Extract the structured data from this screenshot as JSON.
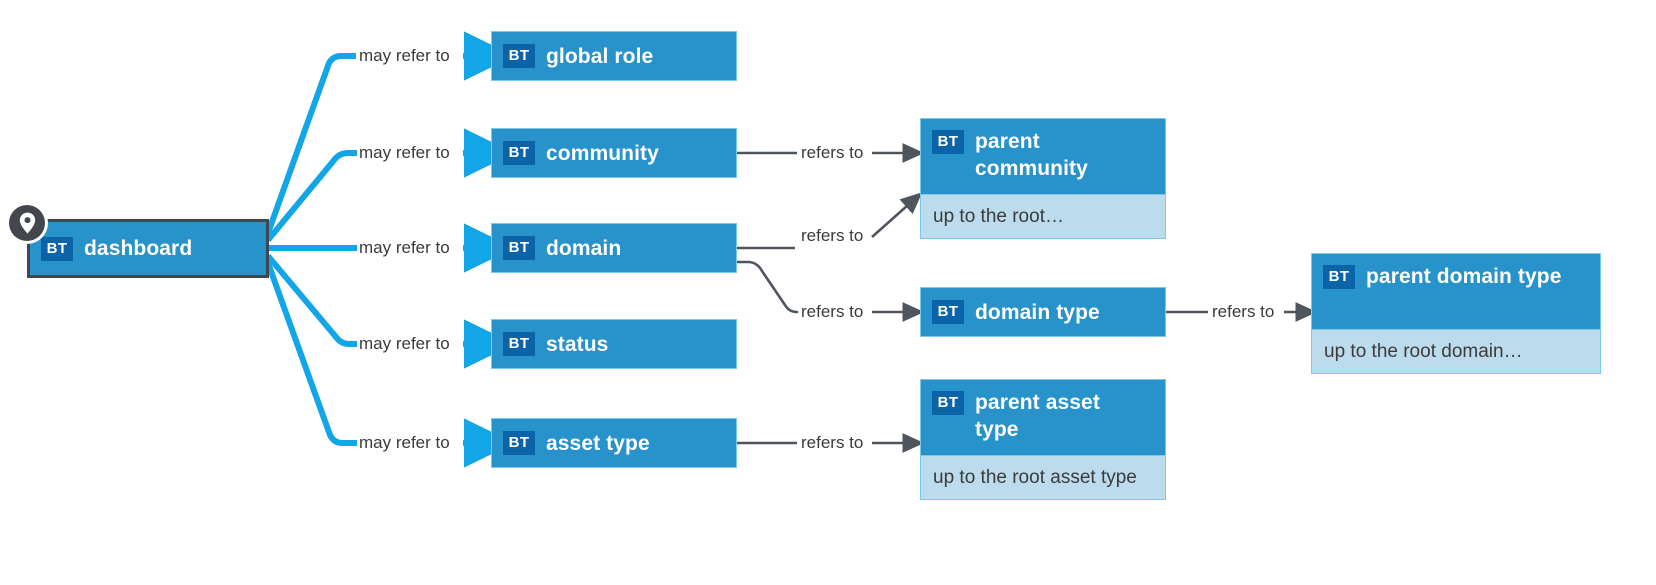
{
  "diagram": {
    "type": "entity-relationship-graph",
    "colors": {
      "node_fill": "#2892ca",
      "node_border": "#7ec8e8",
      "badge_fill": "#0b63a8",
      "footer_fill": "#bcdcee",
      "primary_edge": "#12a5e8",
      "secondary_edge": "#4f555c",
      "root_border": "#3f4650",
      "label_text": "#3b3b3b",
      "background": "#ffffff"
    },
    "badge_text": "BT",
    "root": {
      "id": "dashboard",
      "label": "dashboard",
      "badge": "BT",
      "pin_icon": "location-pin-icon"
    },
    "nodes": [
      {
        "id": "global-role",
        "label": "global role",
        "badge": "BT",
        "footer": null
      },
      {
        "id": "community",
        "label": "community",
        "badge": "BT",
        "footer": null
      },
      {
        "id": "domain",
        "label": "domain",
        "badge": "BT",
        "footer": null
      },
      {
        "id": "status",
        "label": "status",
        "badge": "BT",
        "footer": null
      },
      {
        "id": "asset-type",
        "label": "asset type",
        "badge": "BT",
        "footer": null
      },
      {
        "id": "parent-community",
        "label": "parent community",
        "badge": "BT",
        "footer": "up to the root…"
      },
      {
        "id": "domain-type",
        "label": "domain type",
        "badge": "BT",
        "footer": null
      },
      {
        "id": "parent-asset-type",
        "label": "parent asset type",
        "badge": "BT",
        "footer": "up to the root asset type"
      },
      {
        "id": "parent-domain-type",
        "label": "parent domain type",
        "badge": "BT",
        "footer": "up to the root domain…"
      }
    ],
    "edges": [
      {
        "from": "dashboard",
        "to": "global-role",
        "label": "may refer to",
        "style": "primary"
      },
      {
        "from": "dashboard",
        "to": "community",
        "label": "may refer to",
        "style": "primary"
      },
      {
        "from": "dashboard",
        "to": "domain",
        "label": "may refer to",
        "style": "primary"
      },
      {
        "from": "dashboard",
        "to": "status",
        "label": "may refer to",
        "style": "primary"
      },
      {
        "from": "dashboard",
        "to": "asset-type",
        "label": "may refer to",
        "style": "primary"
      },
      {
        "from": "community",
        "to": "parent-community",
        "label": "refers to",
        "style": "secondary"
      },
      {
        "from": "domain",
        "to": "parent-community",
        "label": "refers to",
        "style": "secondary"
      },
      {
        "from": "domain",
        "to": "domain-type",
        "label": "refers to",
        "style": "secondary"
      },
      {
        "from": "asset-type",
        "to": "parent-asset-type",
        "label": "refers to",
        "style": "secondary"
      },
      {
        "from": "domain-type",
        "to": "parent-domain-type",
        "label": "refers to",
        "style": "secondary"
      }
    ]
  }
}
